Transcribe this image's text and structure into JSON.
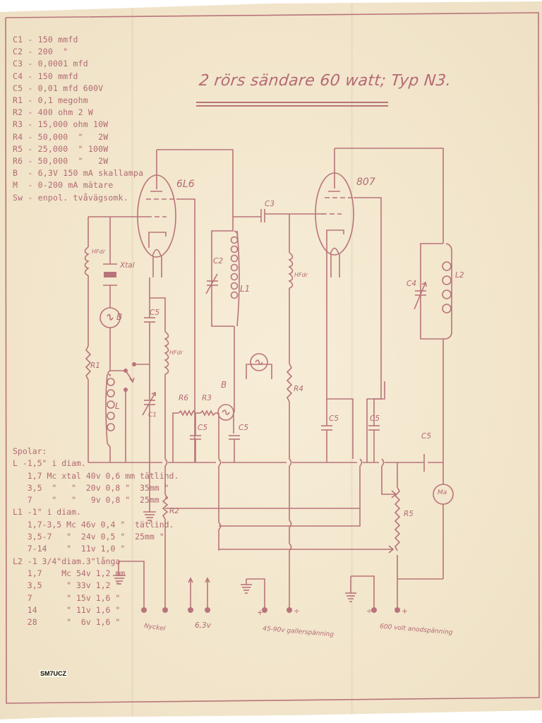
{
  "title": "2 rörs sändare 60 watt; Typ N3.",
  "parts_list": [
    "C1 - 150 mmfd",
    "C2 - 200  \"",
    "C3 - 0,0001 mfd",
    "C4 - 150 mmfd",
    "C5 - 0,01 mfd 600V",
    "R1 - 0,1 megohm",
    "R2 - 400 ohm 2 W",
    "R3 - 15,000 ohm 10W",
    "R4 - 50,000  \"   2W",
    "R5 - 25,000  \" 100W",
    "R6 - 50,000  \"   2W",
    "B  - 6,3V 150 mA skallampa",
    "M  - 0-200 mA mätare",
    "Sw - enpol. tvåvägsomk."
  ],
  "coil_table": [
    "Spolar:",
    "L -1,5\" i diam.",
    "   1,7 Mc xtal 40v 0,6 mm tätlind.",
    "   3,5  \"   \"  20v 0,8 \"  35mm \"",
    "   7    \"   \"   9v 0,8 \"  25mm \"",
    "L1 -1\" i diam.",
    "   1,7-3,5 Mc 46v 0,4 \"  tätlind.",
    "   3,5-7   \"  24v 0,5 \"  25mm \"",
    "   7-14    \"  11v 1,0 \"",
    "L2 -1 3/4\"diam.3\"långa",
    "   1,7    Mc 54v 1,2 mm",
    "   3,5     \" 33v 1,2 \"",
    "   7       \" 15v 1,6 \"",
    "   14      \" 11v 1,6 \"",
    "   28      \"  6v 1,6 \""
  ],
  "schematic": {
    "tubes": [
      {
        "label": "6L6"
      },
      {
        "label": "807"
      }
    ],
    "components": {
      "hfdr_1": "HFdr",
      "xtal": "Xtal",
      "lamp_b1": "B",
      "r1": "R1",
      "l": "L",
      "c5_a": "C5",
      "hfdr_2": "HFdr",
      "c1": "C1",
      "r6": "R6",
      "r3": "R3",
      "lamp_b2": "B",
      "c5_b": "C5",
      "c5_c": "C5",
      "c2": "C2",
      "l1": "L1",
      "c3": "C3",
      "hfdr_3": "HFdr",
      "r4": "R4",
      "c5_d": "C5",
      "c5_e": "C5",
      "c4": "C4",
      "l2": "L2",
      "c5_f": "C5",
      "meter": "Ma",
      "r5": "R5",
      "r2": "R2"
    },
    "terminals": {
      "key": "Nyckel",
      "heater": "6,3v",
      "grid_bias": "45-90v gallerspänning",
      "anode": "600 volt anodspänning",
      "plus": "+",
      "minus": "÷"
    }
  },
  "watermark": "SM7UCZ",
  "colors": {
    "paper": "#f3e6cc",
    "ink": "#b9747a"
  }
}
